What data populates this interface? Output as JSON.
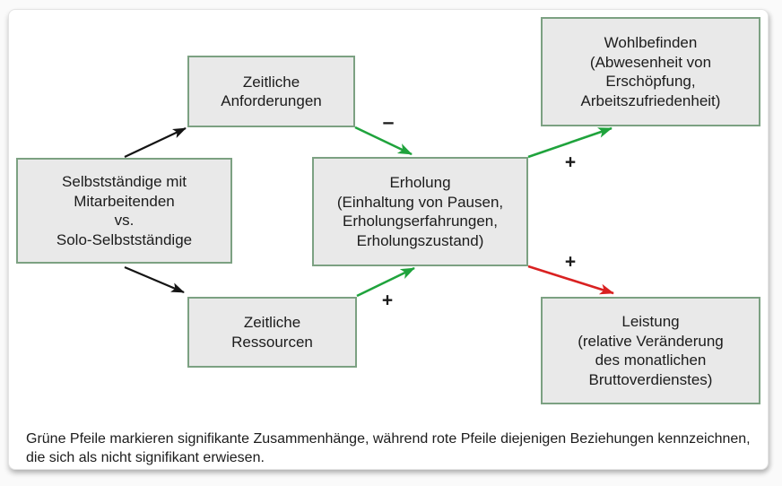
{
  "colors": {
    "page_bg": "#fafafa",
    "card_bg": "#ffffff",
    "box_fill": "#e9e9e9",
    "box_border": "#7ca182",
    "arrow_green": "#1fa33c",
    "arrow_red": "#d92121",
    "arrow_black": "#141414",
    "text": "#1c1c1c"
  },
  "nodes": {
    "subject": {
      "lines": [
        "Selbstständige mit",
        "Mitarbeitenden",
        "vs.",
        "Solo-Selbstständige"
      ]
    },
    "demands": {
      "lines": [
        "Zeitliche",
        "Anforderungen"
      ]
    },
    "resources": {
      "lines": [
        "Zeitliche",
        "Ressourcen"
      ]
    },
    "recovery": {
      "lines": [
        "Erholung",
        "(Einhaltung von Pausen,",
        "Erholungserfahrungen,",
        "Erholungszustand)"
      ]
    },
    "wellbeing": {
      "lines": [
        "Wohlbefinden",
        "(Abwesenheit von",
        "Erschöpfung,",
        "Arbeitszufriedenheit)"
      ]
    },
    "performance": {
      "lines": [
        "Leistung",
        "(relative Veränderung",
        "des monatlichen",
        "Bruttoverdienstes)"
      ]
    }
  },
  "edges": [
    {
      "from": "subject",
      "to": "demands",
      "color": "black",
      "sign": ""
    },
    {
      "from": "subject",
      "to": "resources",
      "color": "black",
      "sign": ""
    },
    {
      "from": "demands",
      "to": "recovery",
      "color": "green",
      "sign": "–"
    },
    {
      "from": "resources",
      "to": "recovery",
      "color": "green",
      "sign": "+"
    },
    {
      "from": "recovery",
      "to": "wellbeing",
      "color": "green",
      "sign": "+"
    },
    {
      "from": "recovery",
      "to": "performance",
      "color": "red",
      "sign": "+"
    }
  ],
  "caption": {
    "line1": "Grüne Pfeile markieren signifikante Zusammenhänge, während rote Pfeile diejenigen Beziehungen kennzeichnen,",
    "line2": "die sich als nicht signifikant erwiesen."
  }
}
